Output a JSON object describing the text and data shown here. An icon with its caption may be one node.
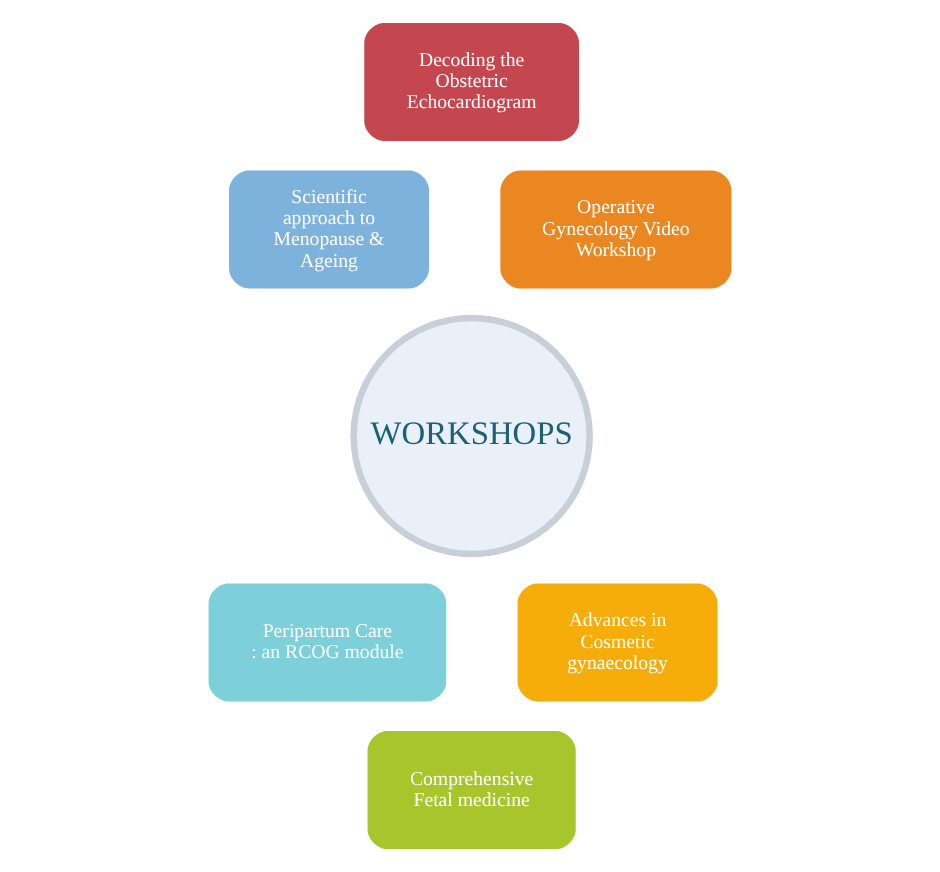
{
  "diagram": {
    "nodes": [
      {
        "text": [
          "Decoding the Obstetric Echocardiogram"
        ]
      },
      {
        "text": [
          "Scientific approach to Menopause & Ageing"
        ]
      },
      {
        "text": [
          "Operative Gynecology Video Workshop"
        ]
      },
      {
        "text": [
          "WORKSHOPS"
        ]
      },
      {
        "text": [
          "Peripartum Care : an RCOG module"
        ]
      },
      {
        "text": [
          "Advances in Cosmetic gynaecology"
        ]
      },
      {
        "text": [
          "Comprehensive Fetal medicine"
        ]
      }
    ]
  }
}
